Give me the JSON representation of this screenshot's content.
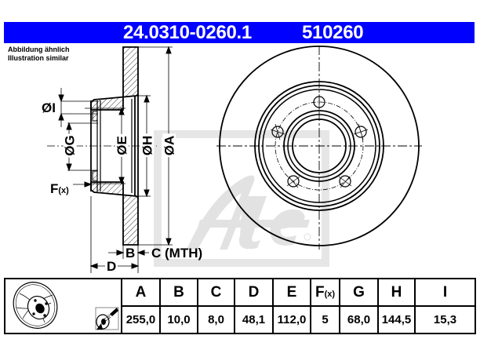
{
  "header": {
    "part_number": "24.0310-0260.1",
    "ref_number": "510260",
    "banner_color": "#0000ff"
  },
  "note": {
    "line1": "Abbildung ähnlich",
    "line2": "Illustration similar"
  },
  "drawing": {
    "labels": {
      "I": "ØI",
      "G": "ØG",
      "E": "ØE",
      "H": "ØH",
      "A": "ØA",
      "F": "F",
      "F_sub": "(x)",
      "B": "B",
      "C": "C (MTH)",
      "D": "D"
    },
    "watermark": "Ate",
    "icons": [
      "brake-disc-side-section",
      "brake-disc-front-view",
      "ate-logo-watermark"
    ]
  },
  "table": {
    "icons": [
      "brake-disc-thumbnail-icon",
      "coated-spray-icon"
    ],
    "headers": [
      "A",
      "B",
      "C",
      "D",
      "E",
      "F",
      "G",
      "H",
      "I"
    ],
    "header_F_sub": "(x)",
    "values": [
      "255,0",
      "10,0",
      "8,0",
      "48,1",
      "112,0",
      "5",
      "68,0",
      "144,5",
      "15,3"
    ]
  }
}
